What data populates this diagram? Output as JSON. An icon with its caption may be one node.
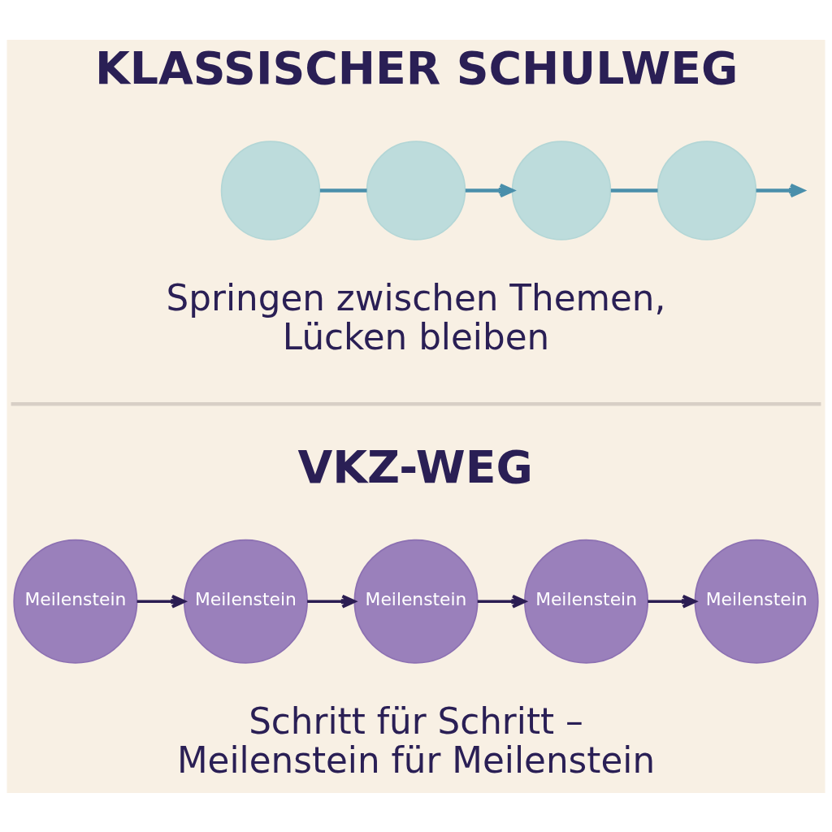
{
  "diagram": {
    "nodes": [
      {
        "text": [],
        "shape": "circle"
      },
      {
        "text": [],
        "shape": "circle"
      },
      {
        "text": [],
        "shape": "circle"
      },
      {
        "text": [],
        "shape": "circle"
      },
      {
        "text": [
          "Meilenstein"
        ]
      },
      {
        "text": [
          "Meilenstein"
        ]
      },
      {
        "text": [
          "Meilenstein"
        ]
      },
      {
        "text": [
          "Meilenstein"
        ]
      },
      {
        "text": [
          "Meilenstein"
        ]
      }
    ],
    "edges": [
      {
        "from": 0,
        "to": 1,
        "arrow": "none",
        "color": "#4a8fab"
      },
      {
        "from": 1,
        "to": 2,
        "arrow": "to",
        "color": "#4a8fab"
      },
      {
        "from": 2,
        "to": 3,
        "arrow": "none",
        "color": "#4a8fab"
      },
      {
        "from": 3,
        "to": null,
        "arrow": "to",
        "color": "#4a8fab"
      },
      {
        "from": 4,
        "to": 5,
        "arrow": "to",
        "color": "#2b1d52"
      },
      {
        "from": 5,
        "to": 6,
        "arrow": "to",
        "color": "#2b1d52"
      },
      {
        "from": 6,
        "to": 7,
        "arrow": "to",
        "color": "#2b1d52"
      },
      {
        "from": 7,
        "to": 8,
        "arrow": "to",
        "color": "#2b1d52"
      }
    ],
    "labels": [
      "KLASSISCHER SCHULWEG",
      "Springen zwischen Themen, Lücken bleiben",
      "VKZ-WEG",
      "Schritt für Schritt – Meilenstein für Meilenstein"
    ]
  }
}
